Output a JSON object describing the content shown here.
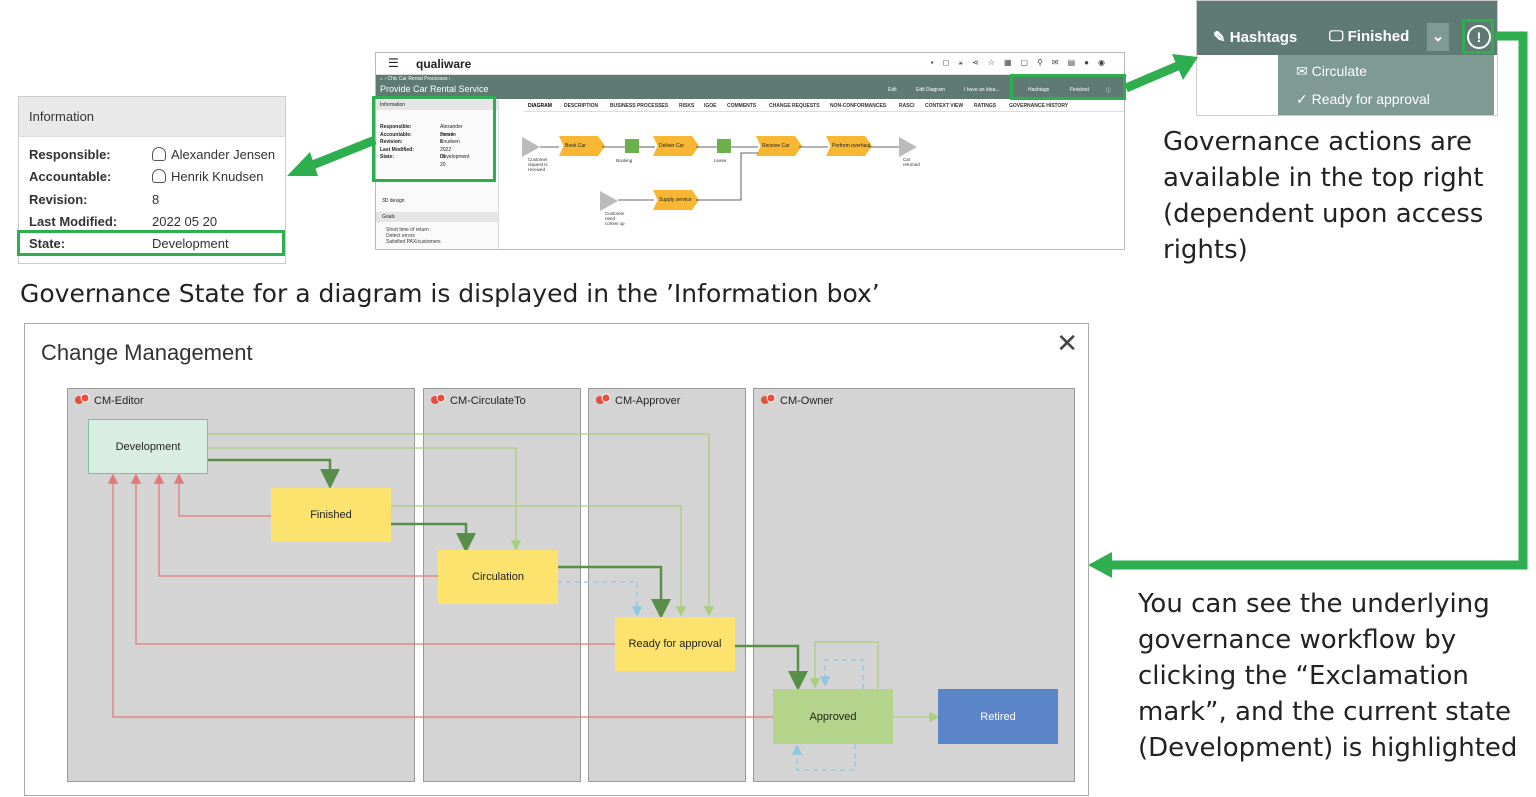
{
  "info_zoom": {
    "header": "Information",
    "rows": [
      {
        "label": "Responsible:",
        "value": "Alexander Jensen"
      },
      {
        "label": "Accountable:",
        "value": "Henrik Knudsen"
      },
      {
        "label": "Revision:",
        "value": "8"
      },
      {
        "label": "Last Modified:",
        "value": "2022 05 20"
      },
      {
        "label": "State:",
        "value": "Development"
      }
    ]
  },
  "mini_app": {
    "logo": "qualiware",
    "breadcrumb": "› Chic Car Rental Processes ›",
    "page_title": "Provide Car Rental Service",
    "top_buttons": [
      "Edit",
      "Edit Diagram",
      "I have an idea...",
      "Hashtags",
      "Finished"
    ],
    "tabs": [
      "DIAGRAM",
      "DESCRIPTION",
      "BUSINESS PROCESSES",
      "RISKS",
      "IGOE",
      "COMMENTS",
      "CHANGE REQUESTS",
      "NON-CONFORMANCES",
      "RASCI",
      "CONTEXT VIEW",
      "RATINGS",
      "GOVERNANCE HISTORY"
    ],
    "side_header": "Information",
    "side_rows": [
      {
        "label": "Responsible:",
        "value": "Alexander Jensen"
      },
      {
        "label": "Accountable:",
        "value": "Henrik Knudsen"
      },
      {
        "label": "Revision:",
        "value": "8"
      },
      {
        "label": "Last Modified:",
        "value": "2022 05 20"
      },
      {
        "label": "State:",
        "value": "Development"
      }
    ],
    "side_item": "3D design",
    "goals_header": "Goals",
    "goals": [
      "Short time of return",
      "Detect errors",
      "Satisfied PAX/customers"
    ],
    "shapes": {
      "customer_request": "Customer request is received",
      "book_car": "Book Car",
      "booking": "Booking",
      "deliver_car": "Deliver Car",
      "lease": "Lease",
      "receive_car": "Receive Car",
      "perform_overhaul": "Perform overhaul",
      "car_returned": "Car returned",
      "supply_service": "Supply service",
      "customer_need": "Customer need comes up"
    }
  },
  "top_right": {
    "hashtags": "Hashtags",
    "finished": "Finished",
    "menu": [
      "Circulate",
      "Ready for approval"
    ]
  },
  "captions": {
    "info": "Governance State for a diagram is displayed in the ’Information box’",
    "actions": [
      "Governance actions are",
      "available in the top right",
      "(dependent upon access",
      "rights)"
    ],
    "workflow": [
      "You can see the underlying",
      "governance workflow by",
      "clicking the “Exclamation",
      "mark”, and the current state",
      "(Development) is highlighted"
    ]
  },
  "cm": {
    "title": "Change Management",
    "lanes": [
      "CM-Editor",
      "CM-CirculateTo",
      "CM-Approver",
      "CM-Owner"
    ],
    "nodes": {
      "development": "Development",
      "finished": "Finished",
      "circulation": "Circulation",
      "ready": "Ready for approval",
      "approved": "Approved",
      "retired": "Retired"
    }
  },
  "colors": {
    "highlight": "#2eae4f",
    "yellow": "#fbe36d",
    "approved": "#b3d48a",
    "retired": "#5b85c9",
    "development": "#d9ede2"
  }
}
